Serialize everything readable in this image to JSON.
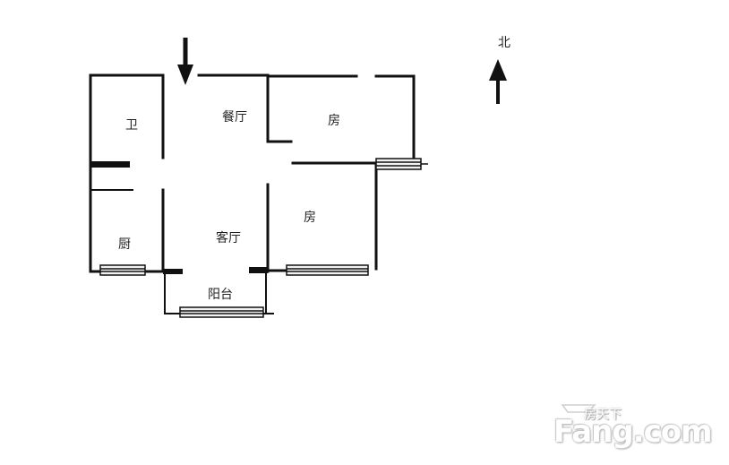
{
  "rooms": {
    "bathroom": "卫",
    "dining": "餐厅",
    "bedroom_north": "房",
    "kitchen": "厨",
    "living": "客厅",
    "bedroom_south": "房",
    "balcony": "阳台"
  },
  "compass": {
    "north_label": "北",
    "icon": "north-arrow-icon"
  },
  "entrance": {
    "icon": "entrance-arrow-icon"
  },
  "watermark": {
    "brand": "Fang.com",
    "cn": "房天下"
  },
  "colors": {
    "wall": "#111111",
    "window_fill": "#f2f2f2",
    "background": "#ffffff"
  }
}
